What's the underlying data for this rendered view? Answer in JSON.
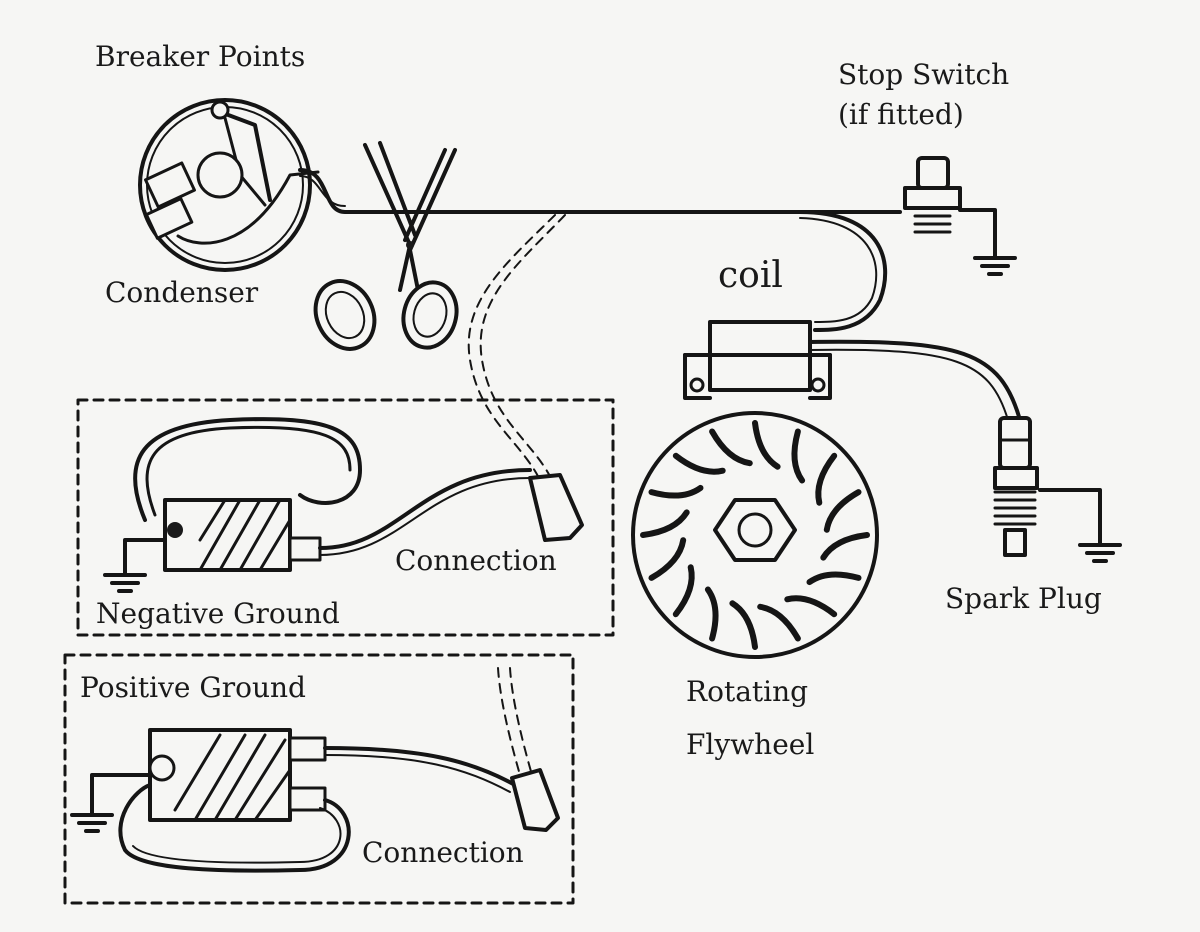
{
  "labels": {
    "breaker_points": "Breaker Points",
    "condenser": "Condenser",
    "stop_switch_line1": "Stop Switch",
    "stop_switch_line2": "(if fitted)",
    "coil": "coil",
    "connection_negative": "Connection",
    "negative_ground": "Negative Ground",
    "positive_ground": "Positive Ground",
    "connection_positive": "Connection",
    "rotating_line1": "Rotating",
    "rotating_line2": "Flywheel",
    "spark_plug": "Spark Plug"
  },
  "colors": {
    "ink": "#151515",
    "paper": "#f6f6f4"
  },
  "icons": [
    "scissors-icon",
    "ground-symbol-icon",
    "flywheel-icon",
    "spark-plug-icon",
    "ignition-coil-icon",
    "stop-switch-icon",
    "breaker-points-icon"
  ]
}
